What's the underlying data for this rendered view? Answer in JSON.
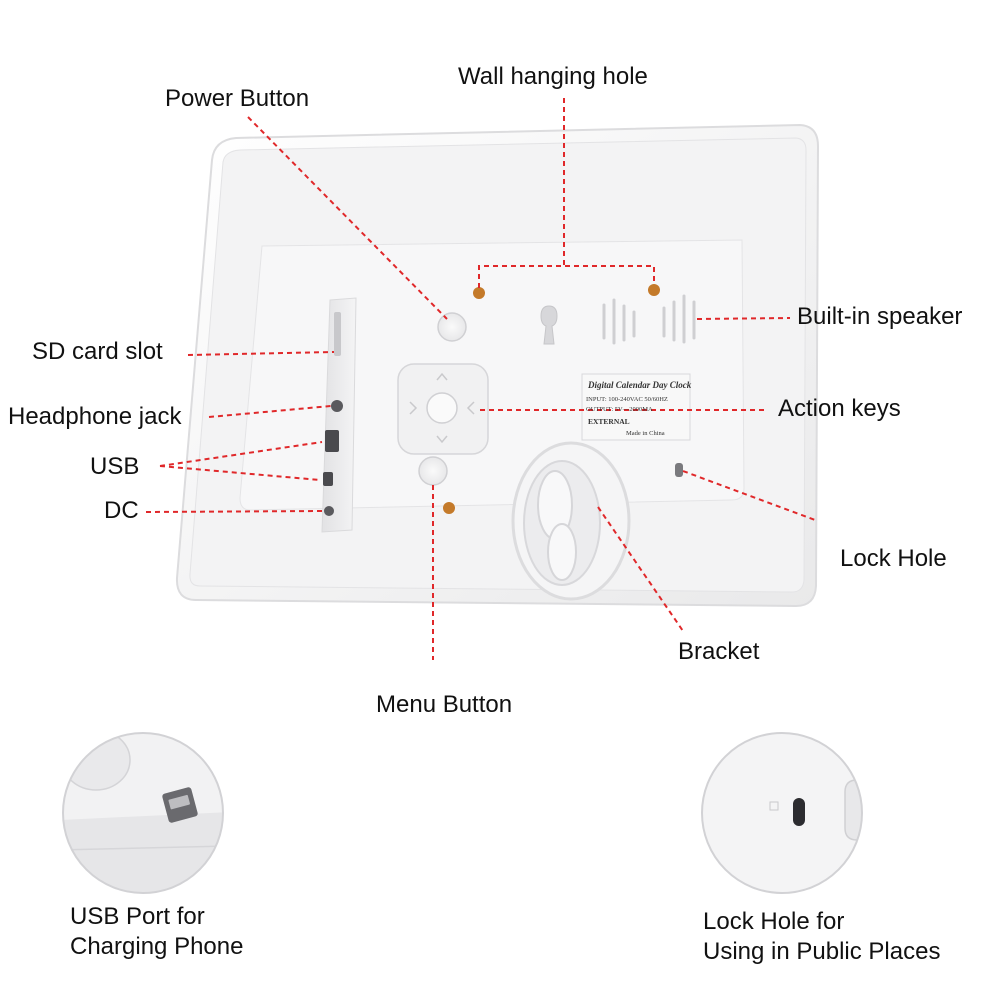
{
  "labels": {
    "power_button": "Power Button",
    "wall_hanging_hole": "Wall hanging hole",
    "sd_card_slot": "SD card slot",
    "headphone_jack": "Headphone jack",
    "usb": "USB",
    "dc": "DC",
    "builtin_speaker": "Built-in speaker",
    "action_keys": "Action keys",
    "lock_hole": "Lock Hole",
    "bracket": "Bracket",
    "menu_button": "Menu Button"
  },
  "captions": {
    "usb_port_line1": "USB Port for",
    "usb_port_line2": "Charging Phone",
    "lock_hole_line1": "Lock Hole for",
    "lock_hole_line2": "Using in Public Places"
  },
  "sticker": {
    "title": "Digital Calendar Day Clock",
    "input": "INPUT: 100-240VAC  50/60HZ",
    "output": "OUTPUT: 5V—2000MA",
    "external": "EXTERNAL",
    "made_in": "Made in China"
  },
  "colors": {
    "leader_line": "#e0282a",
    "device_body": "#f7f7f7",
    "screw": "#c47a2a"
  }
}
